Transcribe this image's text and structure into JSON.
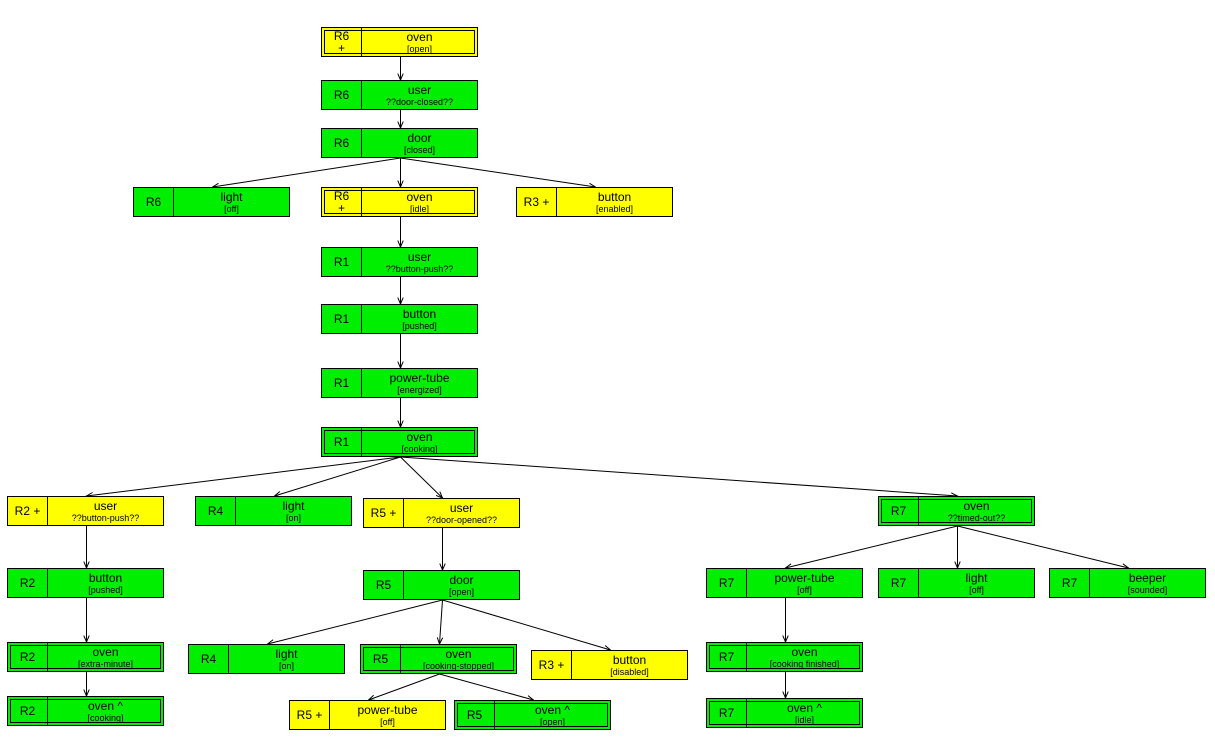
{
  "colors": {
    "green": "#00ee00",
    "yellow": "#ffff00",
    "line": "#000000"
  },
  "nodes": [
    {
      "id": "n1",
      "req": "R6\n+",
      "component": "oven",
      "behavior": "[open]",
      "color": "yellow",
      "double": true
    },
    {
      "id": "n2",
      "req": "R6",
      "component": "user",
      "behavior": "??door-closed??",
      "color": "green",
      "double": false
    },
    {
      "id": "n3",
      "req": "R6",
      "component": "door",
      "behavior": "[closed]",
      "color": "green",
      "double": false
    },
    {
      "id": "n4",
      "req": "R6",
      "component": "light",
      "behavior": "[off]",
      "color": "green",
      "double": false
    },
    {
      "id": "n5",
      "req": "R6\n+",
      "component": "oven",
      "behavior": "[idle]",
      "color": "yellow",
      "double": true
    },
    {
      "id": "n6",
      "req": "R3 +",
      "component": "button",
      "behavior": "[enabled]",
      "color": "yellow",
      "double": false
    },
    {
      "id": "n7",
      "req": "R1",
      "component": "user",
      "behavior": "??button-push??",
      "color": "green",
      "double": false
    },
    {
      "id": "n8",
      "req": "R1",
      "component": "button",
      "behavior": "[pushed]",
      "color": "green",
      "double": false
    },
    {
      "id": "n9",
      "req": "R1",
      "component": "power-tube",
      "behavior": "[energized]",
      "color": "green",
      "double": false
    },
    {
      "id": "n10",
      "req": "R1",
      "component": "oven",
      "behavior": "[cooking]",
      "color": "green",
      "double": true
    },
    {
      "id": "n11",
      "req": "R2 +",
      "component": "user",
      "behavior": "??button-push??",
      "color": "yellow",
      "double": false
    },
    {
      "id": "n12",
      "req": "R4",
      "component": "light",
      "behavior": "[on]",
      "color": "green",
      "double": false
    },
    {
      "id": "n13",
      "req": "R5 +",
      "component": "user",
      "behavior": "??door-opened??",
      "color": "yellow",
      "double": false
    },
    {
      "id": "n14",
      "req": "R7",
      "component": "oven",
      "behavior": "??timed-out??",
      "color": "green",
      "double": true
    },
    {
      "id": "n15",
      "req": "R2",
      "component": "button",
      "behavior": "[pushed]",
      "color": "green",
      "double": false
    },
    {
      "id": "n16",
      "req": "R5",
      "component": "door",
      "behavior": "[open]",
      "color": "green",
      "double": false
    },
    {
      "id": "n17",
      "req": "R7",
      "component": "power-tube",
      "behavior": "[off]",
      "color": "green",
      "double": false
    },
    {
      "id": "n18",
      "req": "R7",
      "component": "light",
      "behavior": "[off]",
      "color": "green",
      "double": false
    },
    {
      "id": "n19",
      "req": "R7",
      "component": "beeper",
      "behavior": "[sounded]",
      "color": "green",
      "double": false
    },
    {
      "id": "n20",
      "req": "R2",
      "component": "oven",
      "behavior": "[extra-minute]",
      "color": "green",
      "double": true
    },
    {
      "id": "n21",
      "req": "R4",
      "component": "light",
      "behavior": "[on]",
      "color": "green",
      "double": false
    },
    {
      "id": "n22",
      "req": "R5",
      "component": "oven",
      "behavior": "[cooking-stopped]",
      "color": "green",
      "double": true
    },
    {
      "id": "n23",
      "req": "R3 +",
      "component": "button",
      "behavior": "[disabled]",
      "color": "yellow",
      "double": false
    },
    {
      "id": "n24",
      "req": "R7",
      "component": "oven",
      "behavior": "[cooking finished]",
      "color": "green",
      "double": true
    },
    {
      "id": "n25",
      "req": "R2",
      "component": "oven ^",
      "behavior": "[cooking]",
      "color": "green",
      "double": true
    },
    {
      "id": "n26",
      "req": "R5 +",
      "component": "power-tube",
      "behavior": "[off]",
      "color": "yellow",
      "double": false
    },
    {
      "id": "n27",
      "req": "R5",
      "component": "oven ^",
      "behavior": "[open]",
      "color": "green",
      "double": true
    },
    {
      "id": "n28",
      "req": "R7",
      "component": "oven ^",
      "behavior": "[idle]",
      "color": "green",
      "double": true
    }
  ],
  "edges": [
    [
      "n1",
      "n2"
    ],
    [
      "n2",
      "n3"
    ],
    [
      "n3",
      "n4"
    ],
    [
      "n3",
      "n5"
    ],
    [
      "n3",
      "n6"
    ],
    [
      "n5",
      "n7"
    ],
    [
      "n7",
      "n8"
    ],
    [
      "n8",
      "n9"
    ],
    [
      "n9",
      "n10"
    ],
    [
      "n10",
      "n11"
    ],
    [
      "n10",
      "n12"
    ],
    [
      "n10",
      "n13"
    ],
    [
      "n10",
      "n14"
    ],
    [
      "n11",
      "n15"
    ],
    [
      "n15",
      "n20"
    ],
    [
      "n20",
      "n25"
    ],
    [
      "n13",
      "n16"
    ],
    [
      "n16",
      "n21"
    ],
    [
      "n16",
      "n22"
    ],
    [
      "n16",
      "n23"
    ],
    [
      "n22",
      "n26"
    ],
    [
      "n22",
      "n27"
    ],
    [
      "n14",
      "n17"
    ],
    [
      "n14",
      "n18"
    ],
    [
      "n14",
      "n19"
    ],
    [
      "n17",
      "n24"
    ],
    [
      "n24",
      "n28"
    ]
  ]
}
